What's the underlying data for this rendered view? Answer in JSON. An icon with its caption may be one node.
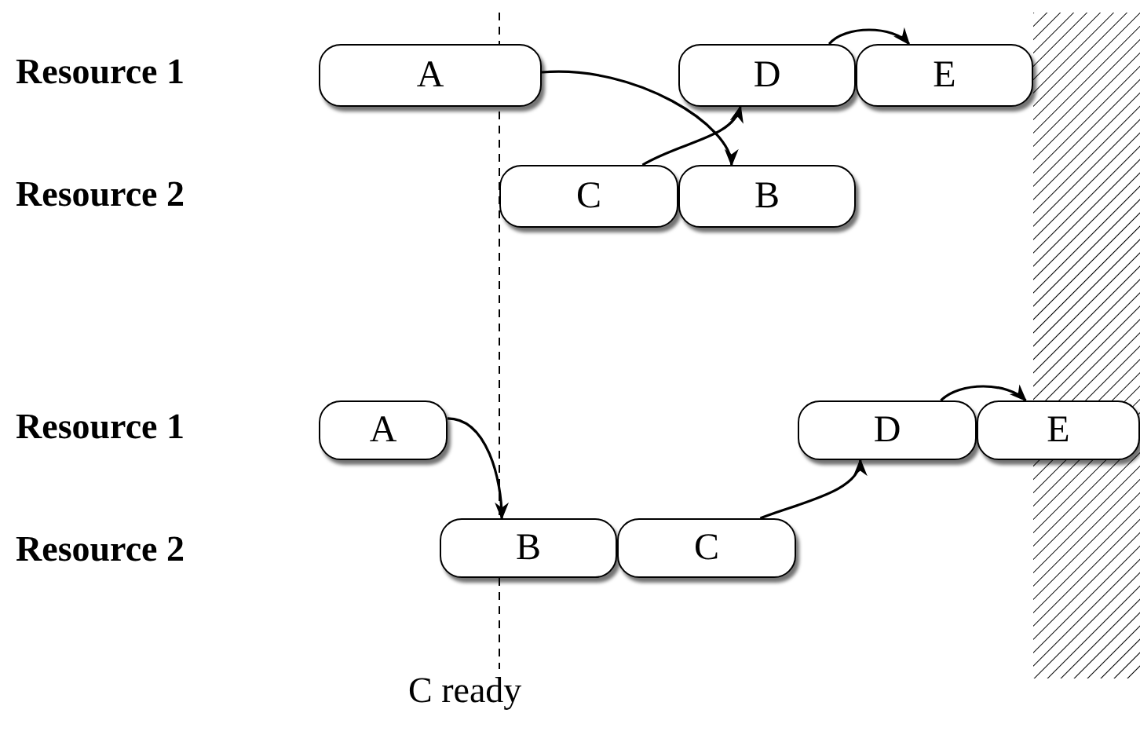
{
  "diagram": {
    "nodes": [
      {
        "text": [
          "A"
        ]
      },
      {
        "text": [
          "D"
        ]
      },
      {
        "text": [
          "E"
        ]
      },
      {
        "text": [
          "C"
        ]
      },
      {
        "text": [
          "B"
        ]
      },
      {
        "text": [
          "A"
        ]
      },
      {
        "text": [
          "D"
        ]
      },
      {
        "text": [
          "E"
        ]
      },
      {
        "text": [
          "B"
        ]
      },
      {
        "text": [
          "C"
        ]
      },
      {
        "text": [],
        "shape": "box"
      }
    ],
    "edges": [
      {
        "from": 0,
        "to": 4,
        "arrow": "to"
      },
      {
        "from": 3,
        "to": 1,
        "arrow": "to"
      },
      {
        "from": 1,
        "to": 2,
        "arrow": "to"
      },
      {
        "from": 5,
        "to": 8,
        "arrow": "to"
      },
      {
        "from": 9,
        "to": 6,
        "arrow": "to"
      },
      {
        "from": 6,
        "to": 7,
        "arrow": "to"
      }
    ],
    "labels": [
      "Resource 1",
      "Resource 2",
      "Resource 1",
      "Resource 2",
      "C ready"
    ]
  }
}
